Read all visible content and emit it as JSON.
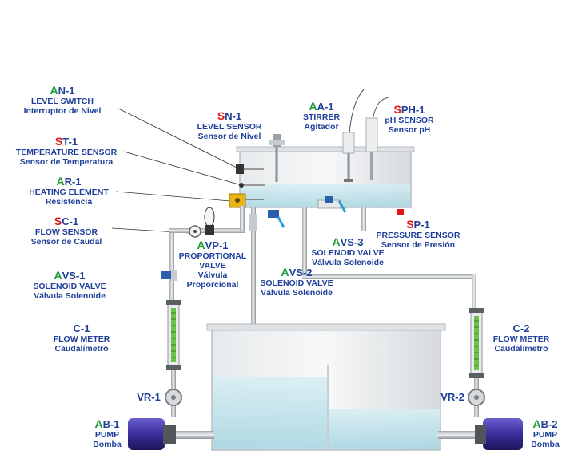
{
  "labels": {
    "an1": {
      "prefix": "A",
      "rest": "N-1",
      "en": "LEVEL SWITCH",
      "es": "Interruptor de Nivel"
    },
    "sn1": {
      "prefix": "S",
      "rest": "N-1",
      "en": "LEVEL SENSOR",
      "es": "Sensor de Nivel"
    },
    "aa1": {
      "prefix": "A",
      "rest": "A-1",
      "en": "STIRRER",
      "es": "Agitador"
    },
    "sph1": {
      "prefix": "S",
      "rest": "PH-1",
      "en": "pH SENSOR",
      "es": "Sensor pH"
    },
    "st1": {
      "prefix": "S",
      "rest": "T-1",
      "en": "TEMPERATURE SENSOR",
      "es": "Sensor de Temperatura"
    },
    "ar1": {
      "prefix": "A",
      "rest": "R-1",
      "en": "HEATING ELEMENT",
      "es": "Resistencia"
    },
    "sc1": {
      "prefix": "S",
      "rest": "C-1",
      "en": "FLOW SENSOR",
      "es": "Sensor de Caudal"
    },
    "avp1": {
      "prefix": "A",
      "rest": "VP-1",
      "en1": "PROPORTIONAL",
      "en2": "VALVE",
      "es1": "Válvula",
      "es2": "Proporcional"
    },
    "avs1": {
      "prefix": "A",
      "rest": "VS-1",
      "en": "SOLENOID VALVE",
      "es": "Válvula Solenoide"
    },
    "avs2": {
      "prefix": "A",
      "rest": "VS-2",
      "en": "SOLENOID VALVE",
      "es": "Válvula Solenoide"
    },
    "avs3": {
      "prefix": "A",
      "rest": "VS-3",
      "en": "SOLENOID VALVE",
      "es": "Válvula Solenoide"
    },
    "sp1": {
      "prefix": "S",
      "rest": "P-1",
      "en": "PRESSURE SENSOR",
      "es": "Sensor de Presión"
    },
    "c1": {
      "code": "C-1",
      "en": "FLOW METER",
      "es": "Caudalímetro"
    },
    "c2": {
      "code": "C-2",
      "en": "FLOW METER",
      "es": "Caudalímetro"
    },
    "vr1": {
      "code": "VR-1"
    },
    "vr2": {
      "code": "VR-2"
    },
    "ab1": {
      "prefix": "A",
      "rest": "B-1",
      "en": "PUMP",
      "es": "Bomba"
    },
    "ab2": {
      "prefix": "A",
      "rest": "B-2",
      "en": "PUMP",
      "es": "Bomba"
    }
  },
  "colors": {
    "text": "#1f3f9a",
    "actuator_prefix": "#1f9a3a",
    "sensor_prefix": "#e01515",
    "water": "#bfe3ec",
    "tank_wall": "#d9dde0",
    "pipe": "#c9ccce",
    "pump": "#3a2e9a",
    "flowmeter_scale": "#6cc24a"
  }
}
